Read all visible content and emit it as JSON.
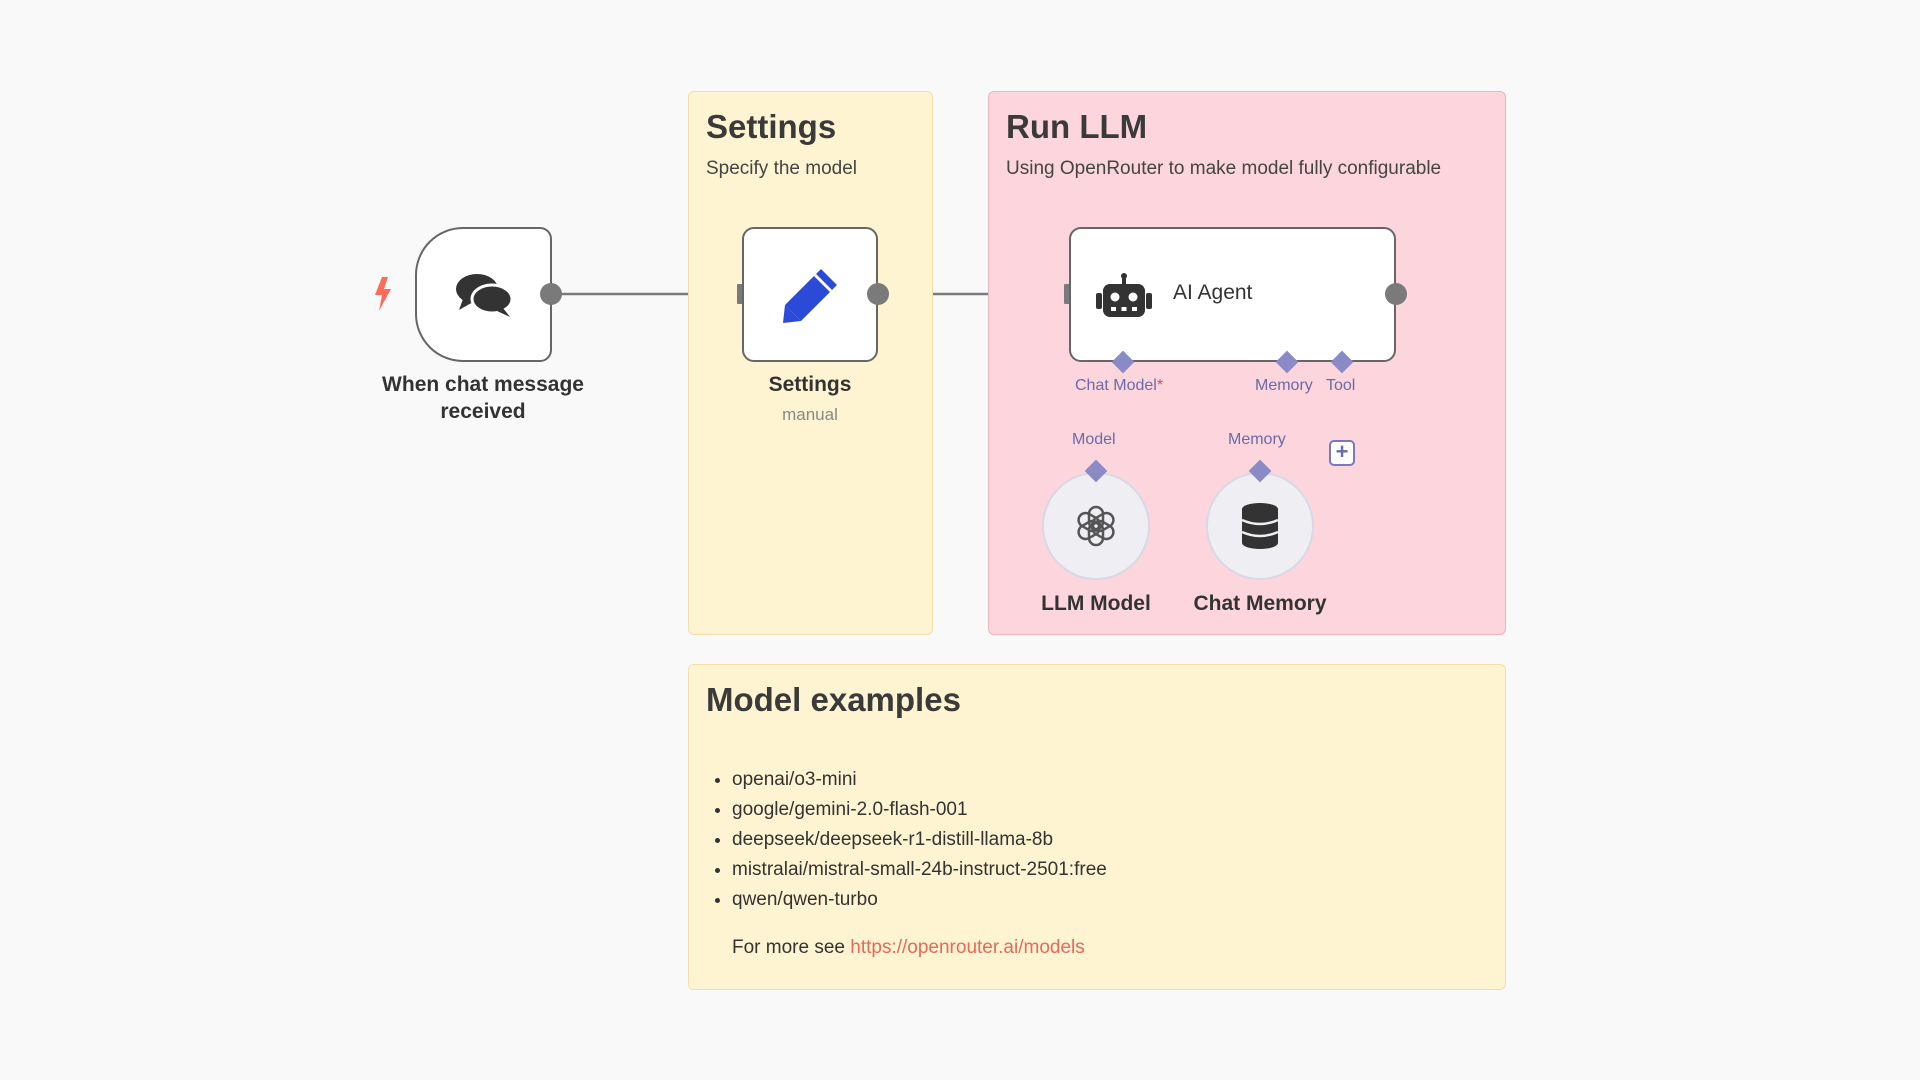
{
  "colors": {
    "background": "#f9f9f9",
    "sticky_yellow": "#fff4d1",
    "sticky_red": "#fcd6dc",
    "connection": "#7a7a7a",
    "sub_connection": "#8a8ac6",
    "trigger_icon": "#ff6d5a",
    "pencil_icon": "#2b4ad8",
    "link": "#e8685a"
  },
  "stickies": {
    "settings": {
      "title": "Settings",
      "subtitle": "Specify the model"
    },
    "run_llm": {
      "title": "Run LLM",
      "subtitle": "Using OpenRouter to make model fully configurable"
    },
    "model_examples": {
      "title": "Model examples",
      "items": [
        "openai/o3-mini",
        "google/gemini-2.0-flash-001",
        "deepseek/deepseek-r1-distill-llama-8b",
        "mistralai/mistral-small-24b-instruct-2501:free",
        "qwen/qwen-turbo"
      ],
      "more_prefix": "For more see ",
      "more_link": "https://openrouter.ai/models"
    }
  },
  "nodes": {
    "trigger": {
      "label": "When chat message received",
      "icon": "chat-bubbles-icon",
      "badge_icon": "lightning-bolt-icon"
    },
    "settings": {
      "label": "Settings",
      "sublabel": "manual",
      "icon": "pencil-icon"
    },
    "agent": {
      "label": "AI Agent",
      "icon": "robot-icon",
      "ports": {
        "chat_model": "Chat Model",
        "required_mark": "*",
        "memory": "Memory",
        "tool": "Tool"
      }
    },
    "llm_model": {
      "label": "LLM Model",
      "port": "Model",
      "icon": "openai-logo-icon"
    },
    "chat_memory": {
      "label": "Chat Memory",
      "port": "Memory",
      "icon": "database-icon"
    }
  }
}
